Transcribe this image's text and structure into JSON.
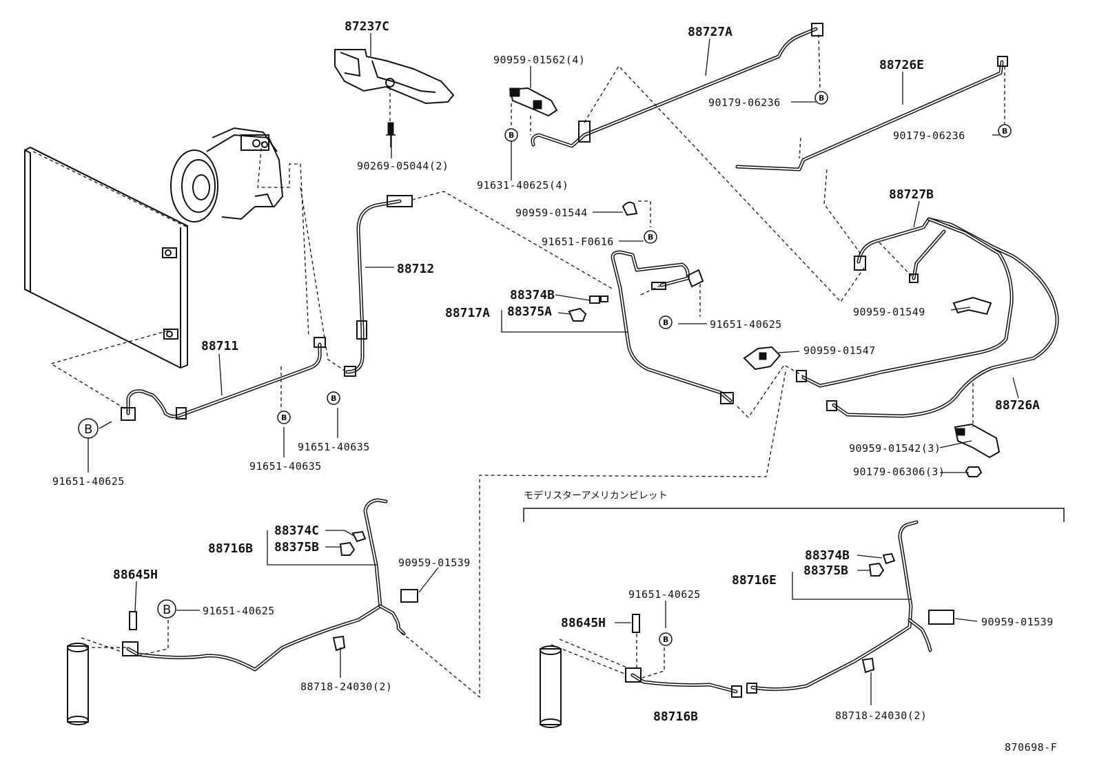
{
  "diagram": {
    "catalog_ref": "870698-F",
    "variant_note": "モデリスターアメリカンピレット",
    "callout_marker": "B",
    "parts": {
      "p87237C": "87237C",
      "p90269": "90269-05044(2)",
      "p88727A": "88727A",
      "p90959_01562": "90959-01562(4)",
      "p90179_06236_a": "90179-06236",
      "p91631": "91631-40625(4)",
      "p88726E": "88726E",
      "p90179_06236_b": "90179-06236",
      "p88727B": "88727B",
      "p90959_01544": "90959-01544",
      "p91651_F0616": "91651-F0616",
      "p88712": "88712",
      "p88374B_top": "88374B",
      "p88717A": "88717A",
      "p88375A": "88375A",
      "p91651_40625_mid": "91651-40625",
      "p90959_01549": "90959-01549",
      "p90959_01547": "90959-01547",
      "p88711": "88711",
      "p88726A": "88726A",
      "p90959_01542": "90959-01542(3)",
      "p90179_06306": "90179-06306(3)",
      "p91651_40635_a": "91651-40635",
      "p91651_40635_b": "91651-40635",
      "p91651_40625_left": "91651-40625",
      "p88374C": "88374C",
      "p88716B_left": "88716B",
      "p88375B_left": "88375B",
      "p90959_01539_left": "90959-01539",
      "p88645H_left": "88645H",
      "p91651_40625_low": "91651-40625",
      "p88718_left": "88718-24030(2)",
      "p88374B_right": "88374B",
      "p88716E": "88716E",
      "p88375B_right": "88375B",
      "p91651_40625_right": "91651-40625",
      "p88645H_right": "88645H",
      "p90959_01539_right": "90959-01539",
      "p88716B_right": "88716B",
      "p88718_right": "88718-24030(2)"
    }
  }
}
